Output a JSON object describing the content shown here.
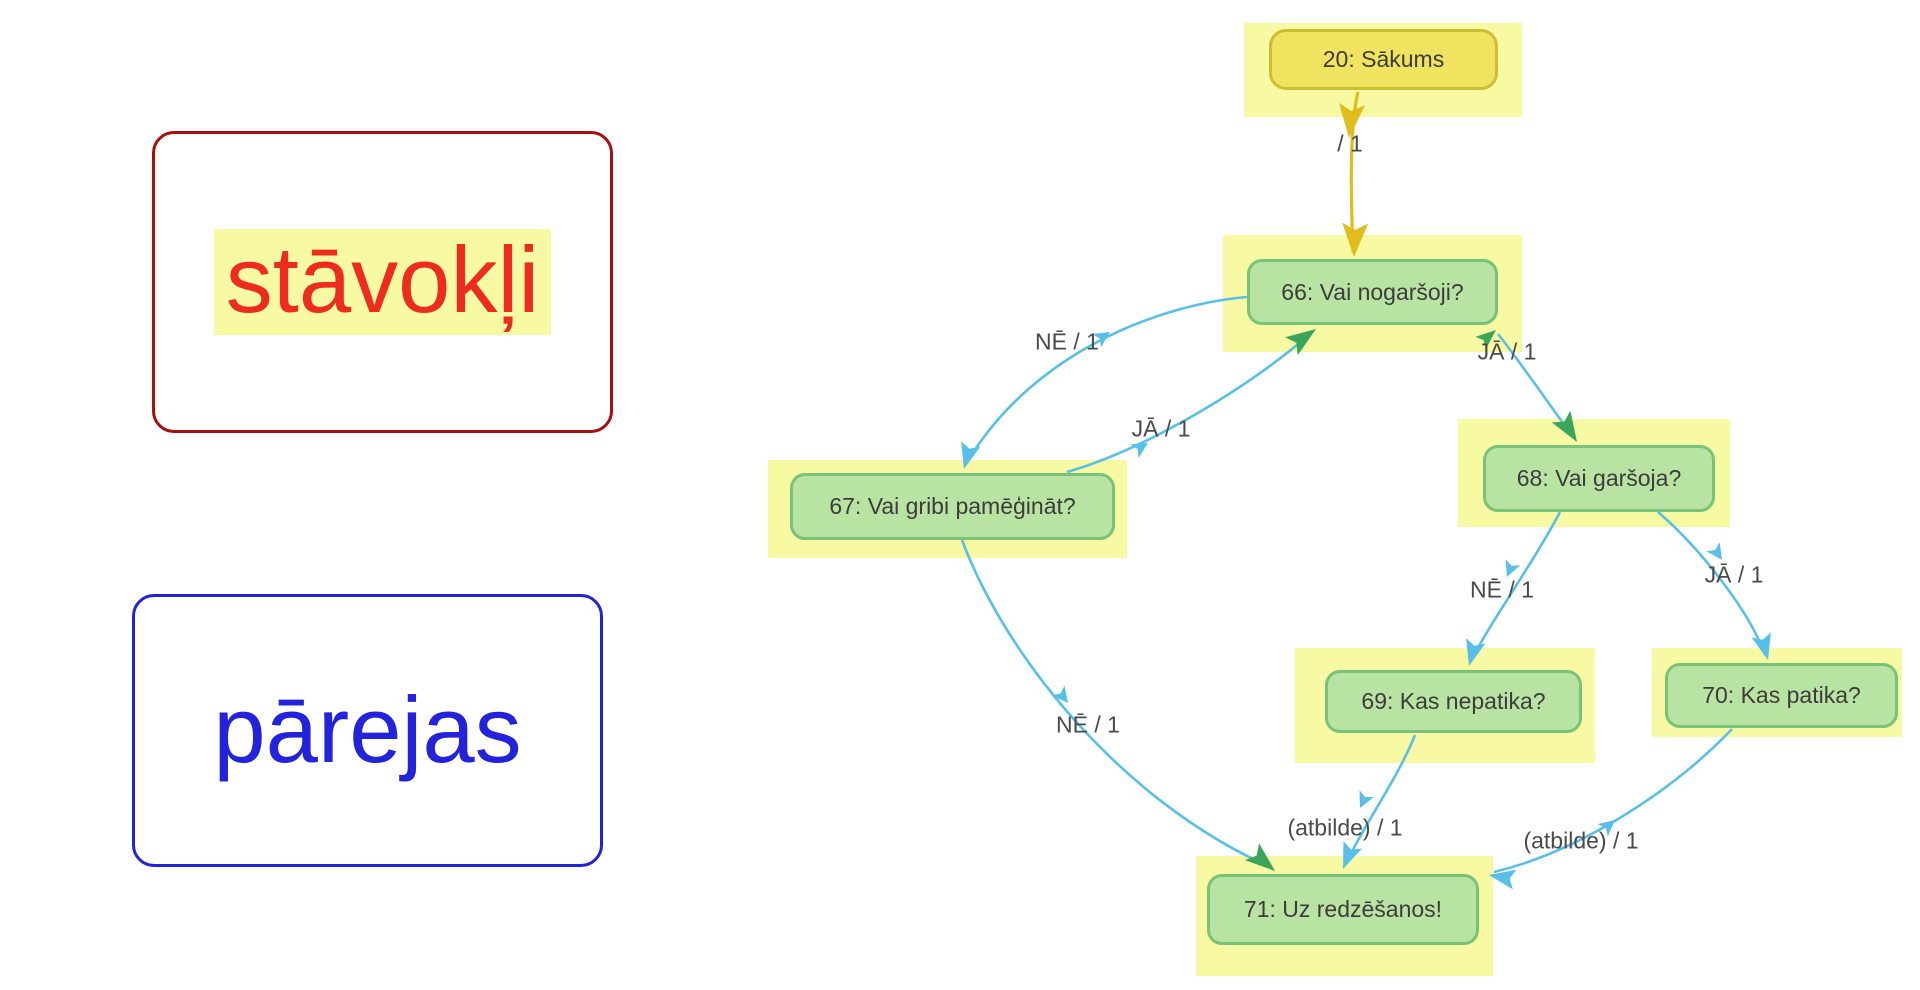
{
  "legend": {
    "states_label": "stāvokļi",
    "transitions_label": "pārejas"
  },
  "diagram": {
    "nodes": [
      {
        "id": "20",
        "label": "20: Sākums",
        "type": "start"
      },
      {
        "id": "66",
        "label": "66: Vai nogaršoji?",
        "type": "state"
      },
      {
        "id": "67",
        "label": "67: Vai gribi pamēģināt?",
        "type": "state"
      },
      {
        "id": "68",
        "label": "68: Vai garšoja?",
        "type": "state"
      },
      {
        "id": "69",
        "label": "69: Kas nepatika?",
        "type": "state"
      },
      {
        "id": "70",
        "label": "70: Kas patika?",
        "type": "state"
      },
      {
        "id": "71",
        "label": "71: Uz redzēšanos!",
        "type": "state"
      }
    ],
    "edges": [
      {
        "from": "20",
        "to": "66",
        "label": "/ 1"
      },
      {
        "from": "66",
        "to": "67",
        "label": "NĒ / 1"
      },
      {
        "from": "67",
        "to": "66",
        "label": "JĀ / 1"
      },
      {
        "from": "66",
        "to": "68",
        "label": "JĀ / 1"
      },
      {
        "from": "68",
        "to": "69",
        "label": "NĒ / 1"
      },
      {
        "from": "68",
        "to": "70",
        "label": "JĀ / 1"
      },
      {
        "from": "67",
        "to": "71",
        "label": "NĒ / 1"
      },
      {
        "from": "69",
        "to": "71",
        "label": "(atbilde) / 1"
      },
      {
        "from": "70",
        "to": "71",
        "label": "(atbilde) / 1"
      }
    ],
    "colors": {
      "state_fill": "#b9e3a3",
      "state_border": "#77c377",
      "start_fill": "#f0e35f",
      "start_border": "#ccbd33",
      "highlight": "#f8f9a3",
      "edge": "#58c0e8",
      "start_edge": "#e0bc1d",
      "arrowhead": "#3ba55b",
      "states_text": "#ed2c1e",
      "transitions_text": "#2323dc"
    }
  }
}
